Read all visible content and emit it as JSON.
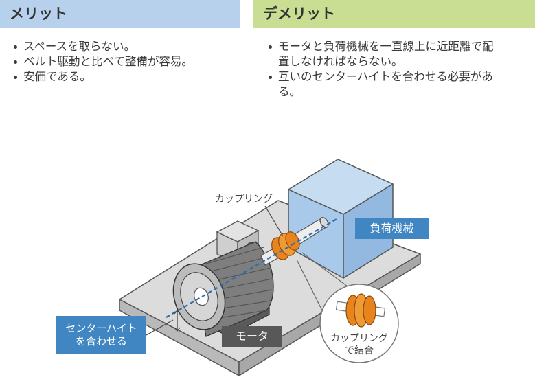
{
  "merit": {
    "title": "メリット",
    "items": [
      "スペースを取らない。",
      "ベルト駆動と比べて整備が容易。",
      "安価である。"
    ]
  },
  "demerit": {
    "title": "デメリット",
    "items": [
      "モータと負荷機械を一直線上に近距離で配置しなければならない。",
      "互いのセンターハイトを合わせる必要がある。"
    ]
  },
  "labels": {
    "coupling": "カップリング",
    "load_machine": "負荷機械",
    "motor": "モータ",
    "center_height_1": "センターハイト",
    "center_height_2": "を合わせる",
    "inset_1": "カップリング",
    "inset_2": "で結合"
  },
  "colors": {
    "merit_header": "#b7d0ec",
    "demerit_header": "#c9de93",
    "label_blue": "#3f86c3",
    "label_gray": "#585858",
    "coupling_orange": "#e8841e"
  }
}
